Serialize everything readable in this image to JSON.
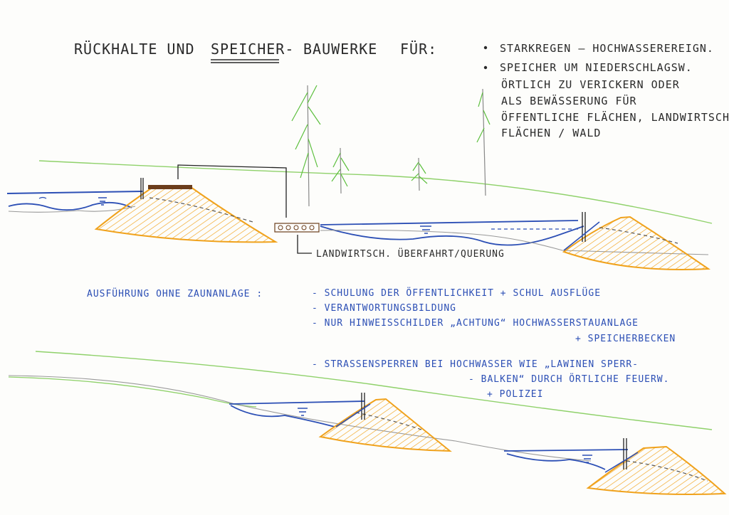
{
  "title": {
    "part1": "RÜCKHALTE UND",
    "part2": "SPEICHER-",
    "part3": "BAUWERKE",
    "part4": "FÜR:"
  },
  "purposes": [
    "STARKREGEN – HOCHWASSEREREIGN.",
    "SPEICHER UM NIEDERSCHLAGSW."
  ],
  "purpose_continuation": [
    "ÖRTLICH ZU VERICKERN ODER",
    "ALS BEWÄSSERUNG FÜR",
    "ÖFFENTLICHE FLÄCHEN, LANDWIRTSCH.",
    "FLÄCHEN / WALD"
  ],
  "crossing_label": "LANDWIRTSCH. ÜBERFAHRT/QUERUNG",
  "execution": {
    "heading": "AUSFÜHRUNG OHNE ZAUNANLAGE :",
    "items": [
      "- SCHULUNG DER ÖFFENTLICHKEIT + SCHUL AUSFLÜGE",
      "- VERANTWORTUNGSBILDUNG",
      "- NUR HINWEISSCHILDER „ACHTUNG“ HOCHWASSERSTAUANLAGE"
    ],
    "item3_cont": "+ SPEICHERBECKEN",
    "item4": "- STRASSENSPERREN BEI HOCHWASSER WIE „LAWINEN SPERR-",
    "item4_cont1": "- BALKEN“ DURCH ÖRTLICHE FEUERW.",
    "item4_cont2": "+ POLIZEI"
  },
  "colors": {
    "ink": "#2a2a2a",
    "water": "#2c4fb5",
    "dam": "#f0a21c",
    "grass": "#8fd16a",
    "ground": "#9a9a9a"
  }
}
